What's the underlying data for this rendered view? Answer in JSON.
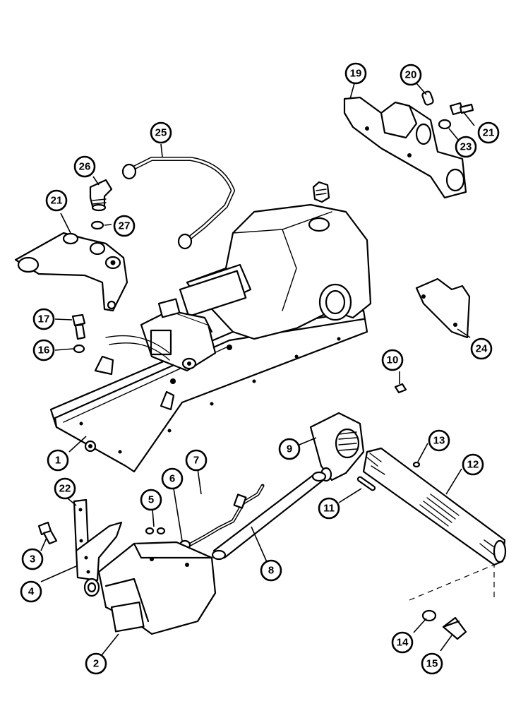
{
  "callouts": [
    {
      "id": "c1",
      "label": "1"
    },
    {
      "id": "c2",
      "label": "2"
    },
    {
      "id": "c3",
      "label": "3"
    },
    {
      "id": "c4",
      "label": "4"
    },
    {
      "id": "c5",
      "label": "5"
    },
    {
      "id": "c6",
      "label": "6"
    },
    {
      "id": "c7",
      "label": "7"
    },
    {
      "id": "c8",
      "label": "8"
    },
    {
      "id": "c9",
      "label": "9"
    },
    {
      "id": "c10",
      "label": "10"
    },
    {
      "id": "c11",
      "label": "11"
    },
    {
      "id": "c12",
      "label": "12"
    },
    {
      "id": "c13",
      "label": "13"
    },
    {
      "id": "c14",
      "label": "14"
    },
    {
      "id": "c15",
      "label": "15"
    },
    {
      "id": "c16",
      "label": "16"
    },
    {
      "id": "c17",
      "label": "17"
    },
    {
      "id": "c19",
      "label": "19"
    },
    {
      "id": "c20",
      "label": "20"
    },
    {
      "id": "c21a",
      "label": "21"
    },
    {
      "id": "c21b",
      "label": "21"
    },
    {
      "id": "c22",
      "label": "22"
    },
    {
      "id": "c23",
      "label": "23"
    },
    {
      "id": "c24",
      "label": "24"
    },
    {
      "id": "c25",
      "label": "25"
    },
    {
      "id": "c26",
      "label": "26"
    },
    {
      "id": "c27",
      "label": "27"
    }
  ]
}
